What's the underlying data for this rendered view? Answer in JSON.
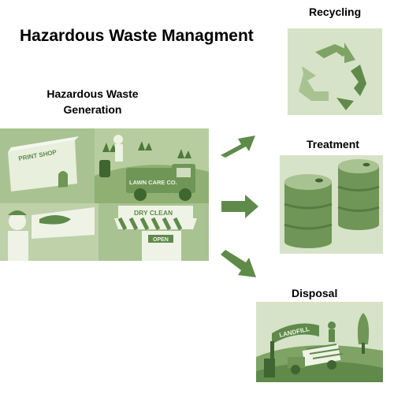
{
  "title": "Hazardous Waste Managment",
  "generation": {
    "label_line1": "Hazardous Waste",
    "label_line2": "Generation",
    "signs": {
      "print_shop": "PRINT SHOP",
      "lawn_care": "LAWN CARE CO.",
      "dry_clean": "DRY CLEAN",
      "open": "OPEN"
    }
  },
  "stages": {
    "recycling": "Recycling",
    "treatment": "Treatment",
    "disposal": "Disposal"
  },
  "disposal_sign": "LANDFILL",
  "colors": {
    "arrow": "#5f8a4a",
    "panel_light": "#d6e3c8",
    "panel_mid": "#9fbd86",
    "panel_dark": "#5f8a4a"
  }
}
